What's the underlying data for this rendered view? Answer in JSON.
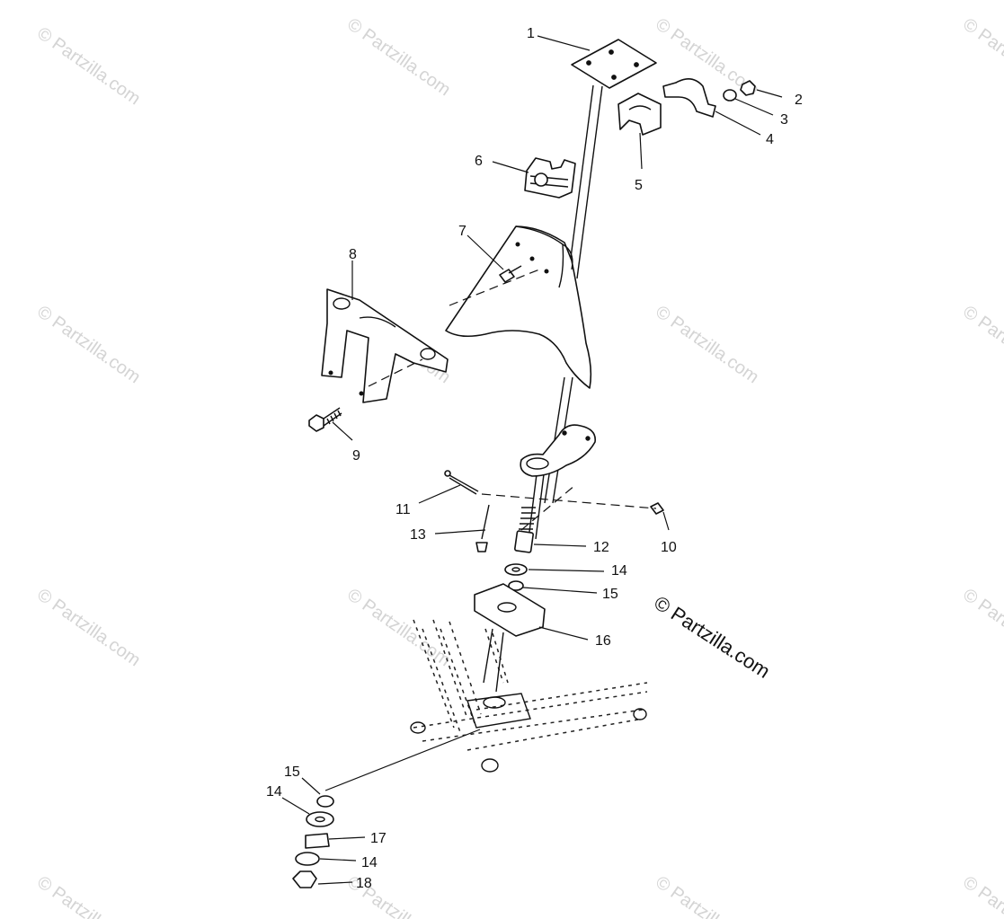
{
  "watermark": {
    "text": "© Partzilla.com",
    "brand_text": "© Partzilla.com"
  },
  "callouts": {
    "c1": "1",
    "c2": "2",
    "c3": "3",
    "c4": "4",
    "c5": "5",
    "c6": "6",
    "c7": "7",
    "c8": "8",
    "c9": "9",
    "c10": "10",
    "c11": "11",
    "c12": "12",
    "c13": "13",
    "c14a": "14",
    "c15a": "15",
    "c16": "16",
    "c15b": "15",
    "c14b": "14",
    "c17": "17",
    "c14c": "14",
    "c18": "18"
  },
  "colors": {
    "line": "#111111",
    "watermark": "#d4d4d4",
    "background": "#ffffff"
  }
}
